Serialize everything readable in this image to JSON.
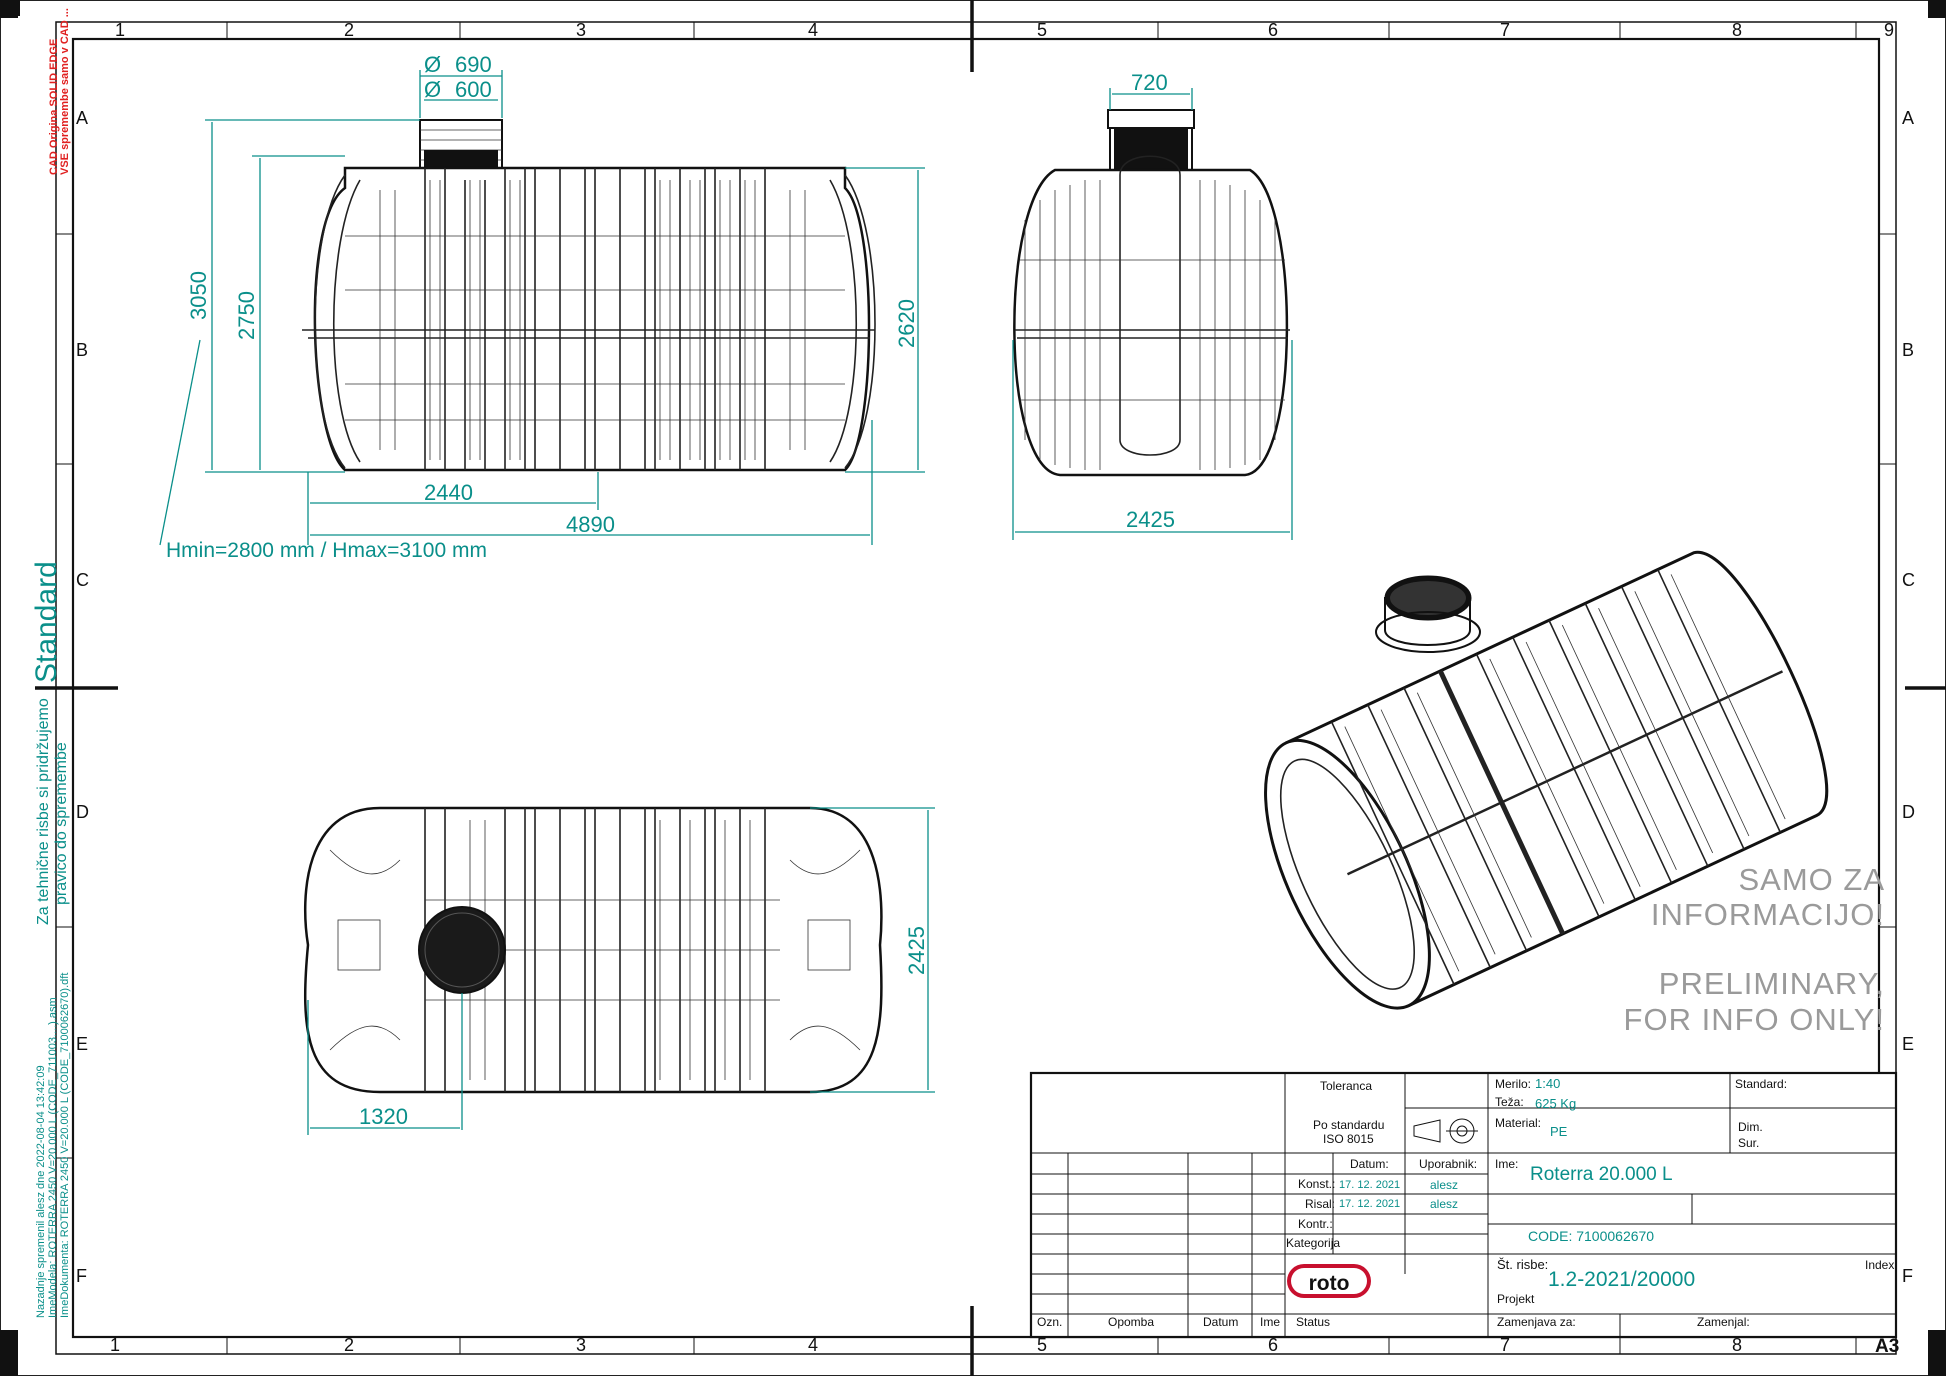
{
  "grid": {
    "columns": [
      "1",
      "2",
      "3",
      "4",
      "5",
      "6",
      "7",
      "8",
      "9"
    ],
    "rows": [
      "A",
      "B",
      "C",
      "D",
      "E",
      "F"
    ]
  },
  "sheet_format": "A3",
  "side_notes": {
    "cad_line1": "CAD Origina SOLID EDGE",
    "cad_line2": "VSE spremembe samo v CAD ...",
    "standard": "Standard",
    "rights_line1": "Za tehnične risbe si pridržujemo",
    "rights_line2": "pravico do spremembe",
    "file_line1": "Nazadnje spremenil alesz dne 2022-08-04  13:42:09",
    "file_line2": "ImeModela: ROTERRA 2450 V=20.000 L (CODE_711003....).asm",
    "file_line3": "ImeDokumenta: ROTERRA 2450 V=20.000 L (CODE_7100062670).dft"
  },
  "dimensions": {
    "d690": "690",
    "d600": "600",
    "h3050": "3050",
    "h2750": "2750",
    "h2620": "2620",
    "w2440": "2440",
    "w4890": "4890",
    "hrange": "Hmin=2800 mm / Hmax=3100 mm",
    "w720": "720",
    "w2425_front": "2425",
    "h2425_top": "2425",
    "w1320": "1320",
    "diameter_symbol": "Ø"
  },
  "watermark": {
    "line1": "SAMO ZA",
    "line2": "INFORMACIJO!",
    "line3": "PRELIMINARY,",
    "line4": "FOR INFO ONLY!"
  },
  "title_block": {
    "toleranca_label": "Toleranca",
    "po_standardu": "Po standardu",
    "iso": "ISO 8015",
    "merilo_label": "Merilo:",
    "merilo_value": "1:40",
    "teza_label": "Teža:",
    "teza_value": "625 Kg",
    "material_label": "Material:",
    "material_value": "PE",
    "standard_label": "Standard:",
    "dim_label": "Dim.",
    "sur_label": "Sur.",
    "ime_label": "Ime:",
    "ime_value": "Roterra 20.000 L",
    "datum_label": "Datum:",
    "uporabnik_label": "Uporabnik:",
    "konst_label": "Konst.:",
    "konst_date": "17. 12. 2021",
    "konst_user": "alesz",
    "risal_label": "Risal:",
    "risal_date": "17. 12. 2021",
    "risal_user": "alesz",
    "kontr_label": "Kontr.:",
    "kategorija_label": "Kategorija",
    "code_value": "CODE: 7100062670",
    "st_risbe_label": "Št. risbe:",
    "st_risbe_value": "1.2-2021/20000",
    "index_label": "Index",
    "projekt_label": "Projekt",
    "ozn_label": "Ozn.",
    "opomba_label": "Opomba",
    "datum_col_label": "Datum",
    "ime_col_label": "Ime",
    "status_label": "Status",
    "zamenjava_label": "Zamenjava za:",
    "zamenjal_label": "Zamenjal:",
    "logo_text": "roto"
  }
}
